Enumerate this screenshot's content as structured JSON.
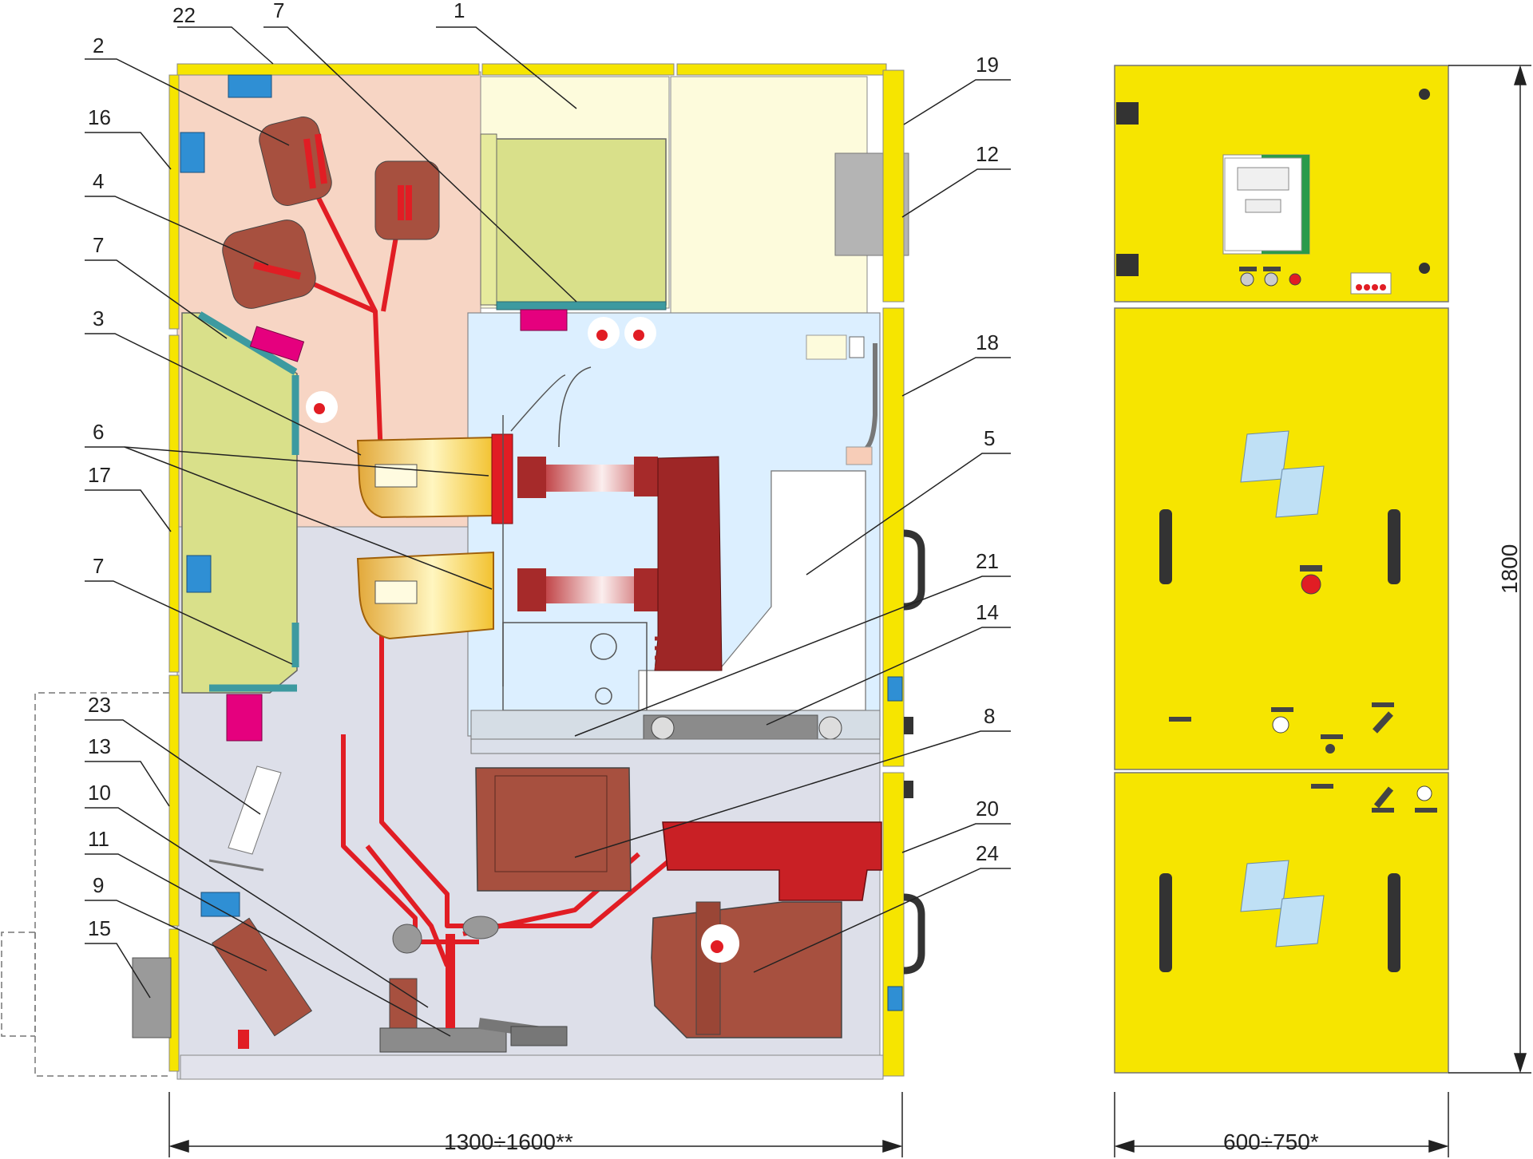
{
  "diagram": {
    "callouts": [
      {
        "id": "22"
      },
      {
        "id": "7"
      },
      {
        "id": "1"
      },
      {
        "id": "2"
      },
      {
        "id": "16"
      },
      {
        "id": "4"
      },
      {
        "id": "7"
      },
      {
        "id": "3"
      },
      {
        "id": "6"
      },
      {
        "id": "17"
      },
      {
        "id": "7"
      },
      {
        "id": "23"
      },
      {
        "id": "13"
      },
      {
        "id": "10"
      },
      {
        "id": "11"
      },
      {
        "id": "9"
      },
      {
        "id": "15"
      },
      {
        "id": "19"
      },
      {
        "id": "12"
      },
      {
        "id": "18"
      },
      {
        "id": "5"
      },
      {
        "id": "21"
      },
      {
        "id": "14"
      },
      {
        "id": "8"
      },
      {
        "id": "20"
      },
      {
        "id": "24"
      }
    ],
    "dimensions": {
      "side_width": "1300÷1600**",
      "front_width": "600÷750*",
      "height": "1800"
    },
    "colors": {
      "frame_yellow": "#f6e500",
      "busbar_compartment": "#f7d5c4",
      "breaker_compartment": "#dcefff",
      "cable_compartment": "#dddfe9",
      "lv_compartment": "#fdfbdc",
      "green_box": "#d9e08a",
      "busbar_red": "#e11d24",
      "insulator_brown": "#a7503f",
      "dark_red": "#9e2626",
      "magenta": "#e5007e",
      "blue_device": "#2f8fd4"
    }
  }
}
